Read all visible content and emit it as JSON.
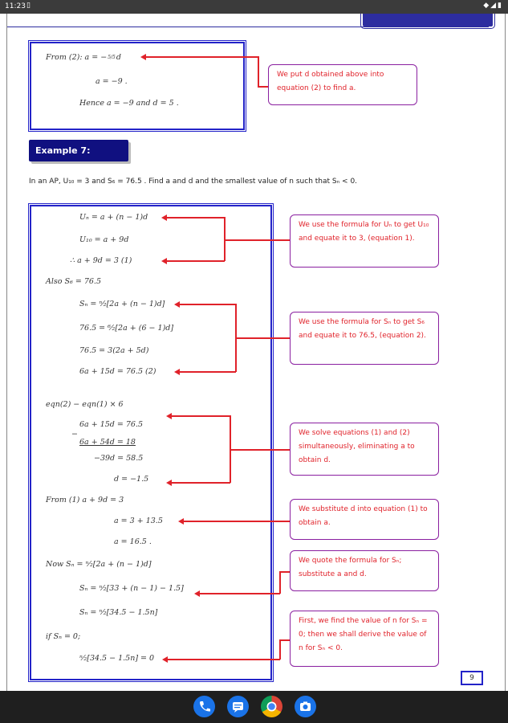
{
  "status_bar": {
    "time": "11:23",
    "sim_icon": "sim-card-icon",
    "right_icons": "wifi-icon signal-icon battery-icon"
  },
  "header_tab": {
    "text": ""
  },
  "box1": {
    "line1": "From (2):   a = −",
    "line1_frac": "5/5",
    "line1_end": "d",
    "line2": "a = −9 .",
    "line3": "Hence  a = −9  and  d = 5 .",
    "note": "We put d obtained above into equation (2) to find a."
  },
  "example": {
    "label": "Example 7:",
    "question": "In an AP,  U₁₀ = 3 and S₆ = 76.5 . Find a and d and the smallest value of n such that Sₙ < 0."
  },
  "working": {
    "l1": "Uₙ = a + (n − 1)d",
    "l2": "U₁₀ = a + 9d",
    "l3": "∴ a  +  9d = 3  (1)",
    "l4": "Also   S₆  =  76.5",
    "l5": "Sₙ = ⁿ⁄₂[2a + (n − 1)d]",
    "l6": "76.5 = ⁶⁄₂[2a + (6 − 1)d]",
    "l7": "76.5 = 3(2a + 5d)",
    "l8": "6a + 15d = 76.5  (2)",
    "l9": "eqn(2)  − eqn(1) × 6",
    "l10": "6a + 15d  =  76.5",
    "l10b": "−",
    "l11": "6a + 54d  =  18",
    "l12": "−39d  =  58.5",
    "l13": "d  =  −1.5",
    "l14": "From (1)  a  +  9d  =  3",
    "l15": "a  =  3 + 13.5",
    "l16": "a = 16.5 .",
    "l17": "Now   Sₙ = ⁿ⁄₂[2a + (n − 1)d]",
    "l18": "Sₙ = ⁿ⁄₂[33 + (n − 1) − 1.5]",
    "l19": "Sₙ = ⁿ⁄₂[34.5 − 1.5n]",
    "l20": "if    Sₙ = 0;",
    "l21": "ⁿ⁄₂[34.5 − 1.5n] = 0"
  },
  "notes": {
    "n1": "We use the formula for Uₙ to get U₁₀ and equate it to 3, (equation 1).",
    "n2": "We use the formula for Sₙ to get S₆ and equate it to 76.5, (equation 2).",
    "n3": "We solve equations (1) and (2) simultaneously, eliminating a to obtain d.",
    "n4": "We substitute d into equation (1) to obtain a.",
    "n5": "We quote the formula for Sₙ; substitute a and d.",
    "n6": "First, we find the value of n for Sₙ = 0; then we shall derive the value of n for Sₙ < 0."
  },
  "page_number": "9",
  "nav": {
    "icons": [
      "phone-icon",
      "messages-icon",
      "chrome-icon",
      "camera-icon"
    ]
  },
  "colors": {
    "box_border": "#2323c8",
    "note_border": "#8a1fa0",
    "note_text": "#e0222a",
    "example_bg": "#101080",
    "status_bar": "#3b3b3b",
    "nav_bar": "#1f1f1f"
  }
}
